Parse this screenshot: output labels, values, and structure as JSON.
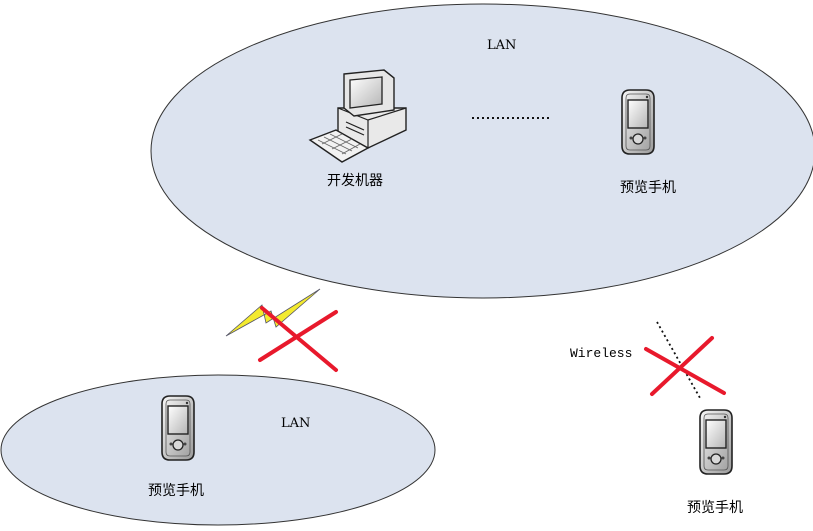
{
  "diagram": {
    "top_lan": {
      "label": "LAN",
      "dev_machine_label": "开发机器",
      "phone_label": "预览手机"
    },
    "bottom_lan": {
      "label": "LAN",
      "phone_label": "预览手机"
    },
    "wireless": {
      "label": "Wireless",
      "phone_label": "预览手机"
    },
    "colors": {
      "lan_fill": "#dce3ef",
      "lan_stroke": "#333333",
      "cross": "#e8192c",
      "lightning": "#f3ea2f"
    }
  }
}
